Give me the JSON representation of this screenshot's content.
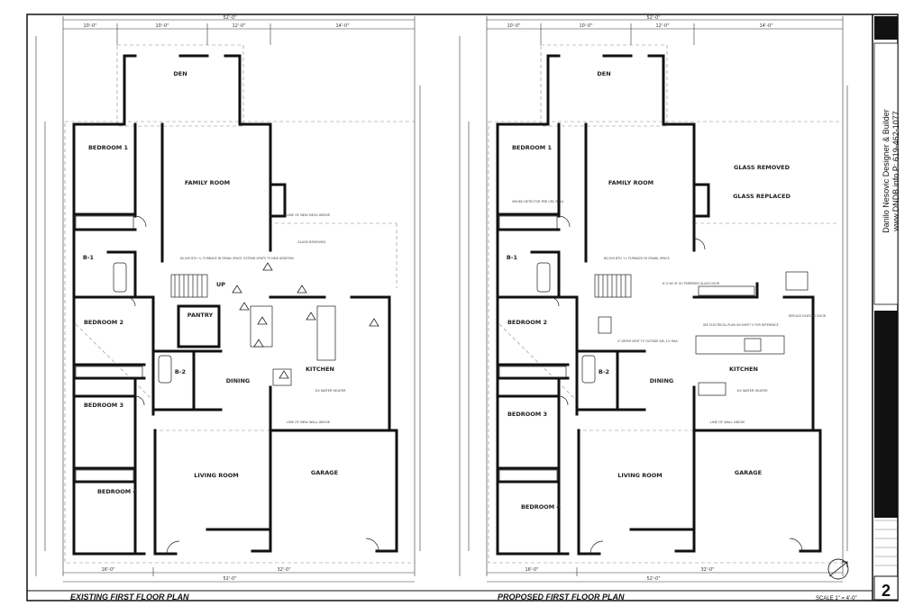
{
  "titleblock": {
    "designer": "Danilo Nesovic Designer & Builder",
    "contact": "www.DNDB.info  P: 619-462-1077",
    "sheet_number": "2",
    "scale": "SCALE 1\" = 4'-0\""
  },
  "existing_plan": {
    "title": "EXISTING FIRST FLOOR PLAN",
    "rooms": {
      "den": "DEN",
      "bedroom1": "BEDROOM 1",
      "family_room": "FAMILY ROOM",
      "b1": "B-1",
      "bedroom2": "BEDROOM 2",
      "pantry": "PANTRY",
      "b2": "B-2",
      "dining": "DINING",
      "kitchen": "KITCHEN",
      "bedroom3": "BEDROOM 3",
      "bedroom4": "BEDROOM 4",
      "living_room": "LIVING ROOM",
      "garage": "GARAGE"
    },
    "labels": {
      "up": "UP",
      "glass_removed": "GLASS REMOVED",
      "furnace": "80,000 BTU +/- FURNACE IN CRAWL SPACE. EXTEND VENTS TO NEW ADDITION",
      "line_new_deck": "LINE OF NEW DECK ABOVE",
      "line_new_wall": "LINE OF NEW WALL ABOVE",
      "water_heater": "EX WATER HEATER"
    },
    "dims_top": [
      "10'-0\"",
      "10'-0\"",
      "12'-0\"",
      "14'-0\""
    ],
    "dim_total_top": "52'-0\"",
    "dims_bottom": [
      "16'-0\"",
      "32'-0\""
    ],
    "dim_total_bottom": "52'-0\""
  },
  "proposed_plan": {
    "title": "PROPOSED FIRST FLOOR PLAN",
    "rooms": {
      "den": "DEN",
      "bedroom1": "BEDROOM 1",
      "family_room": "FAMILY ROOM",
      "b1": "B-1",
      "bedroom2": "BEDROOM 2",
      "b2": "B-2",
      "dining": "DINING",
      "kitchen": "KITCHEN",
      "bedroom3": "BEDROOM 3",
      "bedroom4": "BEDROOM 4",
      "living_room": "LIVING ROOM",
      "garage": "GARAGE"
    },
    "labels": {
      "glass_removed": "GLASS REMOVED",
      "glass_replaced": "GLASS REPLACED",
      "smoke_detector": "SMOKE DETECTOR PER CRC R314",
      "furnace": "80,000 BTU +/- FURNACE IN CRAWL SPACE",
      "tempered_door": "6'-0\"x6'-8\" XO TEMPERED GLASS DOOR",
      "new_electrical": "SEE ELECTRICAL PLAN ON SHEET 5 FOR REFERENCE",
      "replace_door": "REPLACE EXISTING DOOR",
      "line_wall_above": "LINE OF WALL ABOVE",
      "water_heater": "EX WATER HEATER",
      "dryer_vent": "4\" DRYER VENT TO OUTSIDE AIR, 14' MAX"
    },
    "dims_top": [
      "10'-0\"",
      "10'-0\"",
      "12'-0\"",
      "14'-0\""
    ],
    "dim_total_top": "52'-0\"",
    "dims_bottom": [
      "16'-0\"",
      "32'-0\""
    ],
    "dim_total_bottom": "52'-0\""
  }
}
